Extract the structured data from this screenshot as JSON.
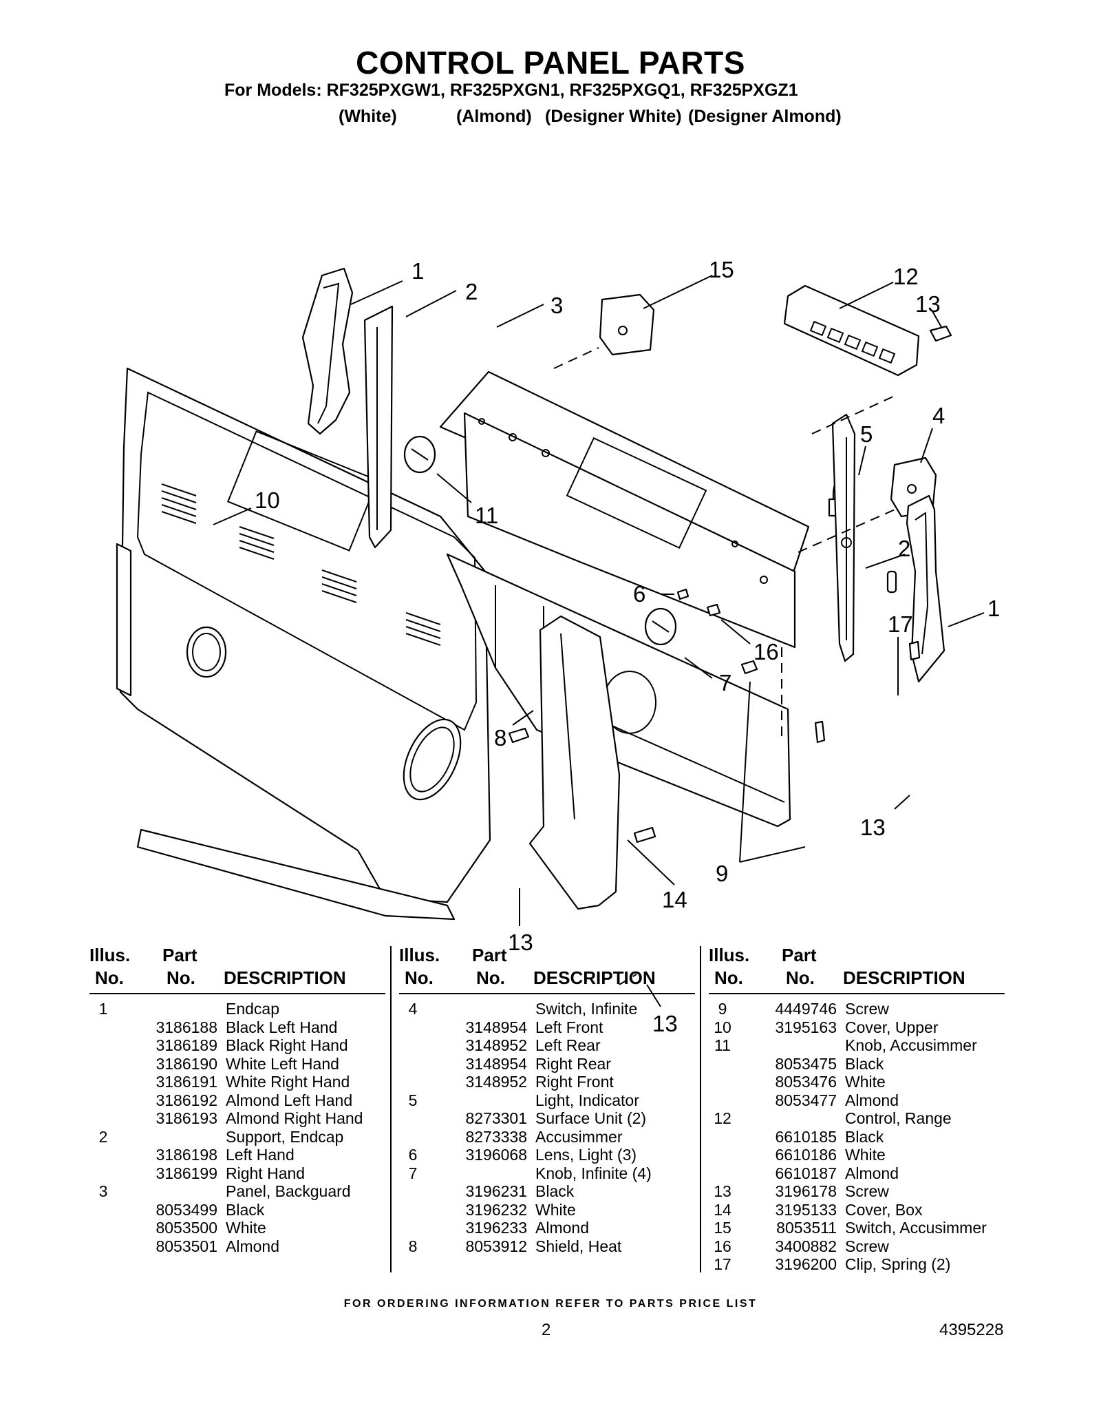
{
  "header": {
    "title": "CONTROL PANEL PARTS",
    "models_line": "For Models: RF325PXGW1, RF325PXGN1, RF325PXGQ1, RF325PXGZ1",
    "colors": [
      "(White)",
      "(Almond)",
      "(Designer White)",
      "(Designer Almond)"
    ]
  },
  "diagram": {
    "callouts": [
      "1",
      "2",
      "3",
      "15",
      "12",
      "13",
      "4",
      "5",
      "10",
      "11",
      "2",
      "6",
      "17",
      "1",
      "16",
      "7",
      "8",
      "9",
      "13",
      "14",
      "13",
      "13"
    ]
  },
  "table": {
    "headers": {
      "illus_top": "Illus.",
      "illus_bottom": "No.",
      "part_top": "Part",
      "part_bottom": "No.",
      "description": "DESCRIPTION"
    },
    "columns": [
      [
        {
          "illus": "1",
          "part": "",
          "desc": "Endcap"
        },
        {
          "illus": "",
          "part": "3186188",
          "desc": "Black Left Hand"
        },
        {
          "illus": "",
          "part": "3186189",
          "desc": "Black Right Hand"
        },
        {
          "illus": "",
          "part": "3186190",
          "desc": "White Left Hand"
        },
        {
          "illus": "",
          "part": "3186191",
          "desc": "White Right Hand"
        },
        {
          "illus": "",
          "part": "3186192",
          "desc": "Almond Left Hand"
        },
        {
          "illus": "",
          "part": "3186193",
          "desc": "Almond Right Hand"
        },
        {
          "illus": "2",
          "part": "",
          "desc": "Support, Endcap"
        },
        {
          "illus": "",
          "part": "3186198",
          "desc": "Left Hand"
        },
        {
          "illus": "",
          "part": "3186199",
          "desc": "Right Hand"
        },
        {
          "illus": "3",
          "part": "",
          "desc": "Panel, Backguard"
        },
        {
          "illus": "",
          "part": "8053499",
          "desc": "Black"
        },
        {
          "illus": "",
          "part": "8053500",
          "desc": "White"
        },
        {
          "illus": "",
          "part": "8053501",
          "desc": "Almond"
        }
      ],
      [
        {
          "illus": "4",
          "part": "",
          "desc": "Switch, Infinite"
        },
        {
          "illus": "",
          "part": "3148954",
          "desc": "Left Front"
        },
        {
          "illus": "",
          "part": "3148952",
          "desc": "Left Rear"
        },
        {
          "illus": "",
          "part": "3148954",
          "desc": "Right Rear"
        },
        {
          "illus": "",
          "part": "3148952",
          "desc": "Right Front"
        },
        {
          "illus": "5",
          "part": "",
          "desc": "Light, Indicator"
        },
        {
          "illus": "",
          "part": "8273301",
          "desc": "Surface Unit (2)"
        },
        {
          "illus": "",
          "part": "8273338",
          "desc": "Accusimmer"
        },
        {
          "illus": "6",
          "part": "3196068",
          "desc": "Lens, Light (3)"
        },
        {
          "illus": "7",
          "part": "",
          "desc": "Knob, Infinite (4)"
        },
        {
          "illus": "",
          "part": "3196231",
          "desc": "Black"
        },
        {
          "illus": "",
          "part": "3196232",
          "desc": "White"
        },
        {
          "illus": "",
          "part": "3196233",
          "desc": "Almond"
        },
        {
          "illus": "8",
          "part": "8053912",
          "desc": "Shield, Heat"
        }
      ],
      [
        {
          "illus": "9",
          "part": "4449746",
          "desc": "Screw"
        },
        {
          "illus": "10",
          "part": "3195163",
          "desc": "Cover, Upper"
        },
        {
          "illus": "11",
          "part": "",
          "desc": "Knob, Accusimmer"
        },
        {
          "illus": "",
          "part": "8053475",
          "desc": "Black"
        },
        {
          "illus": "",
          "part": "8053476",
          "desc": "White"
        },
        {
          "illus": "",
          "part": "8053477",
          "desc": "Almond"
        },
        {
          "illus": "12",
          "part": "",
          "desc": "Control, Range"
        },
        {
          "illus": "",
          "part": "6610185",
          "desc": "Black"
        },
        {
          "illus": "",
          "part": "6610186",
          "desc": "White"
        },
        {
          "illus": "",
          "part": "6610187",
          "desc": "Almond"
        },
        {
          "illus": "13",
          "part": "3196178",
          "desc": "Screw"
        },
        {
          "illus": "14",
          "part": "3195133",
          "desc": "Cover, Box"
        },
        {
          "illus": "15",
          "part": "8053511",
          "desc": "Switch, Accusimmer"
        },
        {
          "illus": "16",
          "part": "3400882",
          "desc": "Screw"
        },
        {
          "illus": "17",
          "part": "3196200",
          "desc": "Clip, Spring (2)"
        }
      ]
    ]
  },
  "footer": {
    "note": "FOR ORDERING INFORMATION REFER TO PARTS PRICE LIST",
    "page_number": "2",
    "document_number": "4395228"
  }
}
